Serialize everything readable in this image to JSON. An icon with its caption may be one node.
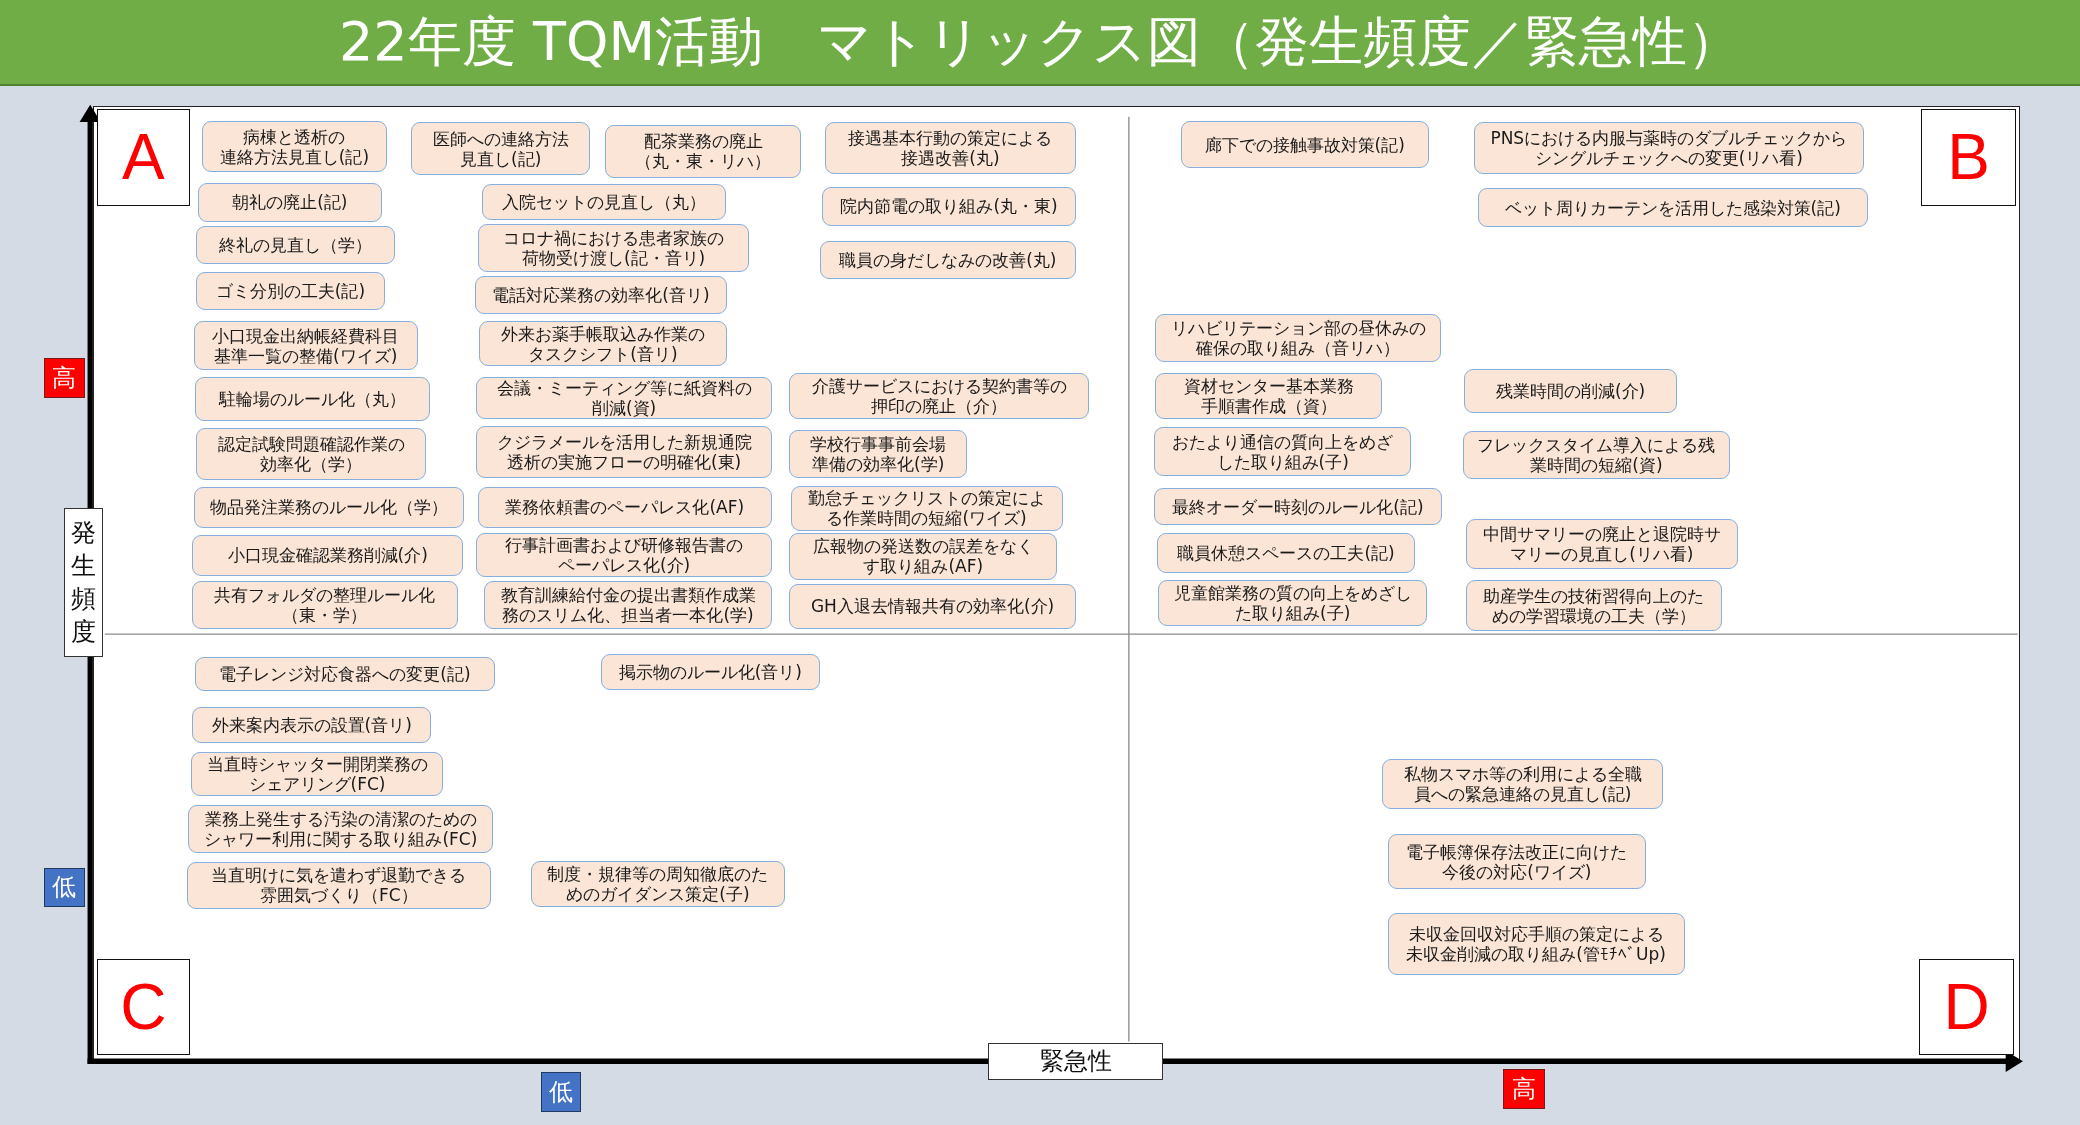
{
  "diagram": {
    "title": "22年度 TQM活動　マトリックス図（発生頻度／緊急性）",
    "nodes": [
      {
        "text": [
          "病棟と透析の連絡方法見直し(記)"
        ]
      },
      {
        "text": [
          "医師への連絡方法見直し(記)"
        ]
      },
      {
        "text": [
          "配茶業務の廃止（丸・東・リハ）"
        ]
      },
      {
        "text": [
          "接遇基本行動の策定による接遇改善(丸)"
        ]
      },
      {
        "text": [
          "朝礼の廃止(記)"
        ]
      },
      {
        "text": [
          "入院セットの見直し（丸）"
        ]
      },
      {
        "text": [
          "院内節電の取り組み(丸・東)"
        ]
      },
      {
        "text": [
          "終礼の見直し（学）"
        ]
      },
      {
        "text": [
          "コロナ禍における患者家族の荷物受け渡し(記・音リ)"
        ]
      },
      {
        "text": [
          "職員の身だしなみの改善(丸)"
        ]
      },
      {
        "text": [
          "ゴミ分別の工夫(記)"
        ]
      },
      {
        "text": [
          "電話対応業務の効率化(音リ)"
        ]
      },
      {
        "text": [
          "小口現金出納帳経費科目基準一覧の整備(ワイズ)"
        ]
      },
      {
        "text": [
          "外来お薬手帳取込み作業のタスクシフト(音リ)"
        ]
      },
      {
        "text": [
          "駐輪場のルール化（丸）"
        ]
      },
      {
        "text": [
          "会議・ミーティング等に紙資料の削減(資)"
        ]
      },
      {
        "text": [
          "介護サービスにおける契約書等の押印の廃止（介）"
        ]
      },
      {
        "text": [
          "認定試験問題確認作業の効率化（学）"
        ]
      },
      {
        "text": [
          "クジラメールを活用した新規通院透析の実施フローの明確化(東)"
        ]
      },
      {
        "text": [
          "学校行事事前会場準備の効率化(学)"
        ]
      },
      {
        "text": [
          "物品発注業務のルール化（学）"
        ]
      },
      {
        "text": [
          "業務依頼書のペーパレス化(AF)"
        ]
      },
      {
        "text": [
          "勤怠チェックリストの策定による作業時間の短縮(ワイズ)"
        ]
      },
      {
        "text": [
          "小口現金確認業務削減(介)"
        ]
      },
      {
        "text": [
          "行事計画書および研修報告書のペーパレス化(介)"
        ]
      },
      {
        "text": [
          "広報物の発送数の誤差をなくす取り組み(AF)"
        ]
      },
      {
        "text": [
          "共有フォルダの整理ルール化（東・学）"
        ]
      },
      {
        "text": [
          "教育訓練給付金の提出書類作成業務のスリム化、担当者一本化(学)"
        ]
      },
      {
        "text": [
          "GH入退去情報共有の効率化(介)"
        ]
      },
      {
        "text": [
          "廊下での接触事故対策(記)"
        ]
      },
      {
        "text": [
          "PNSにおける内服与薬時のダブルチェックからシングルチェックへの変更(リハ看)"
        ]
      },
      {
        "text": [
          "ベット周りカーテンを活用した感染対策(記)"
        ]
      },
      {
        "text": [
          "リハビリテーション部の昼休みの確保の取り組み（音リハ）"
        ]
      },
      {
        "text": [
          "資材センター基本業務手順書作成（資）"
        ]
      },
      {
        "text": [
          "残業時間の削減(介)"
        ]
      },
      {
        "text": [
          "おたより通信の質向上をめざした取り組み(子)"
        ]
      },
      {
        "text": [
          "フレックスタイム導入による残業時間の短縮(資)"
        ]
      },
      {
        "text": [
          "最終オーダー時刻のルール化(記)"
        ]
      },
      {
        "text": [
          "中間サマリーの廃止と退院時サマリーの見直し(リハ看)"
        ]
      },
      {
        "text": [
          "職員休憩スペースの工夫(記)"
        ]
      },
      {
        "text": [
          "児童館業務の質の向上をめざした取り組み(子)"
        ]
      },
      {
        "text": [
          "助産学生の技術習得向上のための学習環境の工夫（学）"
        ]
      },
      {
        "text": [
          "電子レンジ対応食器への変更(記)"
        ]
      },
      {
        "text": [
          "掲示物のルール化(音リ)"
        ]
      },
      {
        "text": [
          "外来案内表示の設置(音リ)"
        ]
      },
      {
        "text": [
          "当直時シャッター開閉業務のシェアリング(FC)"
        ]
      },
      {
        "text": [
          "業務上発生する汚染の清潔のためのシャワー利用に関する取り組み(FC)"
        ]
      },
      {
        "text": [
          "当直明けに気を遣わず退勤できる雰囲気づくり（FC）"
        ]
      },
      {
        "text": [
          "制度・規律等の周知徹底のためのガイダンス策定(子)"
        ]
      },
      {
        "text": [
          "私物スマホ等の利用による全職員への緊急連絡の見直し(記)"
        ]
      },
      {
        "text": [
          "電子帳簿保存法改正に向けた今後の対応(ワイズ)"
        ]
      },
      {
        "text": [
          "未収金回収対応手順の策定による未収金削減の取り組み(管ﾓﾁﾍﾞUp)"
        ]
      }
    ],
    "labels": [
      "A",
      "B",
      "高",
      "発生頻度",
      "低",
      "C",
      "D",
      "緊急性",
      "低",
      "高"
    ]
  }
}
